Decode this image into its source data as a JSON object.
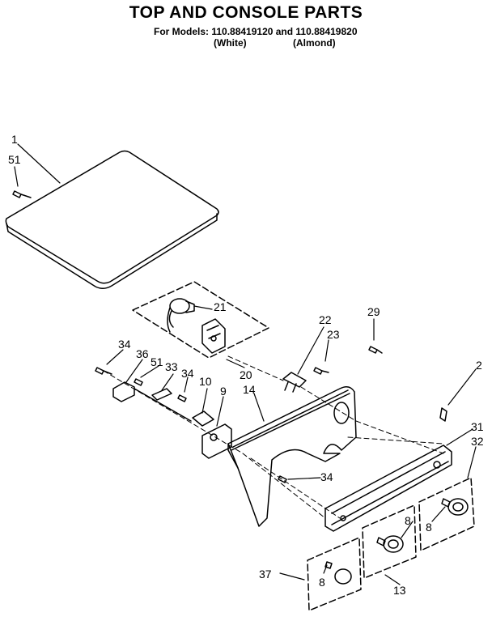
{
  "header": {
    "title": "TOP AND CONSOLE PARTS",
    "models_line": "For Models: 110.88419120 and 110.88419820",
    "variant_white": "(White)",
    "variant_almond": "(Almond)"
  },
  "callouts": {
    "c1": "1",
    "c51a": "51",
    "c21": "21",
    "c20": "20",
    "c22": "22",
    "c23": "23",
    "c29": "29",
    "c2": "2",
    "c34a": "34",
    "c36": "36",
    "c51b": "51",
    "c33": "33",
    "c34b": "34",
    "c10": "10",
    "c9": "9",
    "c14": "14",
    "c31": "31",
    "c32": "32",
    "c34c": "34",
    "c8a": "8",
    "c8b": "8",
    "c37": "37",
    "c8c": "8",
    "c13": "13"
  }
}
